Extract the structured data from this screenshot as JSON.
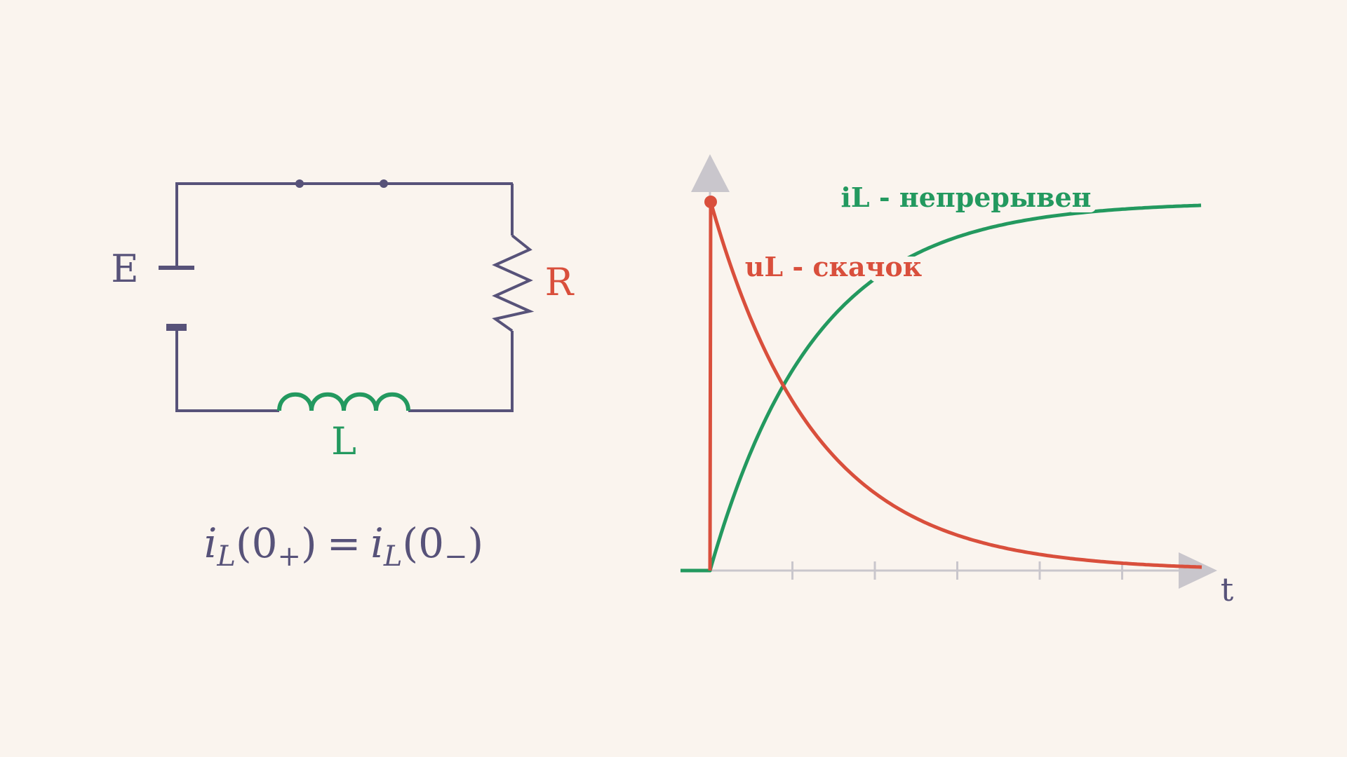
{
  "colors": {
    "background": "#FAF4EE",
    "wire": "#575279",
    "inductor": "#23995F",
    "resistor_label": "#D94F3C",
    "axis": "#C9C6CC",
    "current": "#23995F",
    "voltage": "#D94F3C"
  },
  "circuit": {
    "source_label": "E",
    "resistor_label": "R",
    "inductor_label": "L"
  },
  "formula": {
    "lhs_var": "i",
    "lhs_sub": "L",
    "lhs_arg": "0",
    "lhs_arg_sub": "+",
    "equals": "=",
    "rhs_var": "i",
    "rhs_sub": "L",
    "rhs_arg": "0",
    "rhs_arg_sub": "−"
  },
  "chart_data": {
    "type": "line",
    "xlabel": "t",
    "ylabel": "",
    "x_ticks": 5,
    "series": [
      {
        "name": "iL - непрерывен",
        "color": "#23995F",
        "shape": "rise",
        "start": 0,
        "end": 1
      },
      {
        "name": "uL - скачок",
        "color": "#D94F3C",
        "shape": "jump-decay",
        "start": 1,
        "end": 0
      }
    ]
  }
}
